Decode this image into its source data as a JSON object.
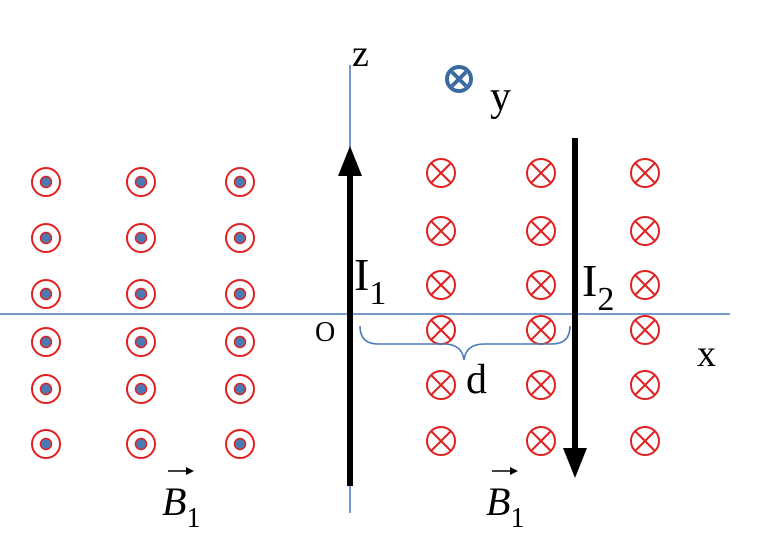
{
  "labels": {
    "z": "z",
    "y": "y",
    "x": "x",
    "origin": "O",
    "d": "d",
    "I1_base": "I",
    "I1_sub": "1",
    "I2_base": "I",
    "I2_sub": "2",
    "B_left_base": "B",
    "B_left_sub": "1",
    "B_right_base": "B",
    "B_right_sub": "1"
  },
  "colors": {
    "axis": "#4a7ab5",
    "field_symbol": "#e02020",
    "dot_fill": "#4a7ab5",
    "wire": "#000000",
    "y_axis_symbol": "#3a6aa0"
  },
  "field": {
    "left_region": "out-of-page",
    "right_region": "into-page"
  }
}
